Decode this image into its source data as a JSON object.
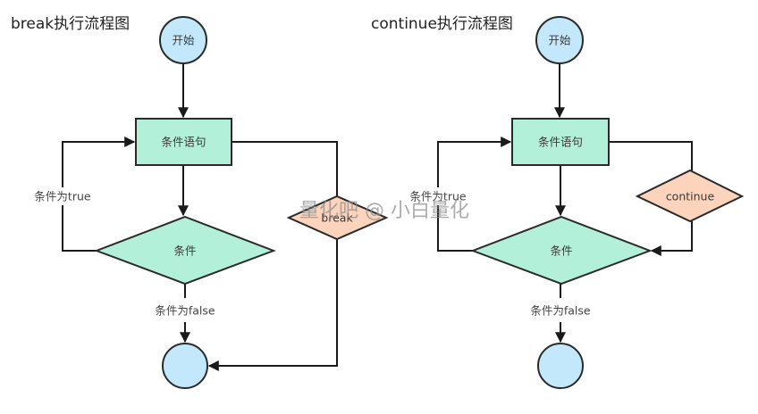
{
  "colors": {
    "terminal_fill": "#C3E8FC",
    "process_fill": "#B2F0DA",
    "decision_fill": "#B2F0DA",
    "jump_fill": "#FCD4BC",
    "stroke": "#1a1a1a"
  },
  "watermark": "量化吧 @ 小白量化",
  "diagrams": [
    {
      "id": "break",
      "title": "break执行流程图",
      "start_label": "开始",
      "process_label": "条件语句",
      "decision_label": "条件",
      "jump_label": "break",
      "true_label": "条件为true",
      "false_label": "条件为false",
      "end_label": ""
    },
    {
      "id": "continue",
      "title": "continue执行流程图",
      "start_label": "开始",
      "process_label": "条件语句",
      "decision_label": "条件",
      "jump_label": "continue",
      "true_label": "条件为true",
      "false_label": "条件为false",
      "end_label": ""
    }
  ]
}
